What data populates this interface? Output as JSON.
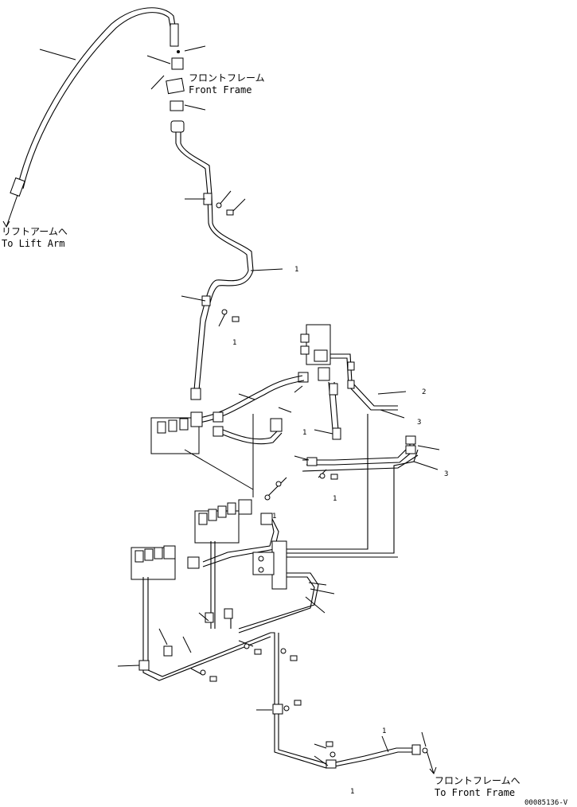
{
  "labels": {
    "front_frame_jp": "フロントフレーム",
    "front_frame_en": "Front Frame",
    "lift_arm_jp": "リフトアームへ",
    "lift_arm_en": "To Lift Arm",
    "to_front_frame_jp": "フロントフレームへ",
    "to_front_frame_en": "To Front Frame",
    "drawing_id": "00085136-V"
  },
  "callouts": {
    "c1": "1",
    "c2": "2",
    "c3": "3",
    "c1b": "1",
    "c3b": "3",
    "c1c": "1",
    "c1d": "1",
    "c1e": "1",
    "c1f": "1",
    "c1g": "1"
  }
}
